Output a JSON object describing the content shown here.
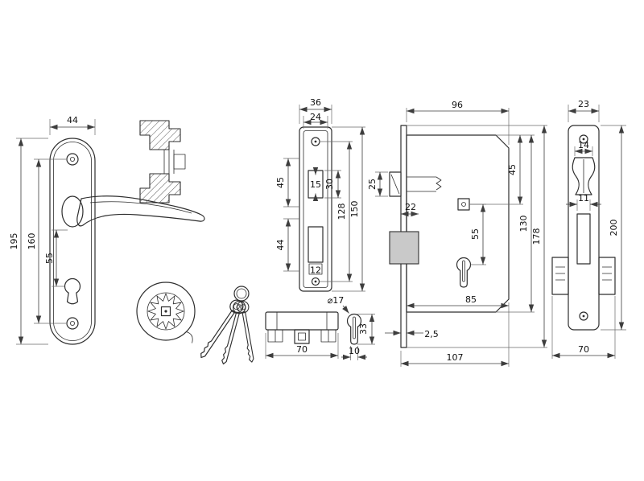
{
  "drawing": {
    "line_color": "#2e2e2e",
    "dim_color": "#3d3d3d",
    "bolt_fill": "#c9c9c9"
  },
  "dims": {
    "handle": {
      "width": "44",
      "total_height": "195",
      "screw_spacing": "160",
      "keyhole_offset": "55"
    },
    "faceplate": {
      "width": "36",
      "inner_width": "24",
      "latch_zone": "45",
      "latch_height": "15",
      "latch_span": "30",
      "bolt_zone": "44",
      "bolt_slot": "12",
      "screw_spacing": "128",
      "total_height": "150"
    },
    "lock": {
      "depth": "96",
      "latch_height": "25",
      "latch_offset": "22",
      "follower_offset": "45",
      "follower_to_cylinder": "55",
      "case_height": "130",
      "total_height": "178",
      "case_depth": "85",
      "plate_thickness": "2,5",
      "total_depth": "107"
    },
    "strike": {
      "width": "23",
      "latch_cut": "14",
      "bolt_cut": "11",
      "height": "200",
      "box_width": "70"
    },
    "cylinder": {
      "length": "70",
      "profile_height": "33",
      "profile_width": "10",
      "diameter": "⌀17"
    }
  }
}
